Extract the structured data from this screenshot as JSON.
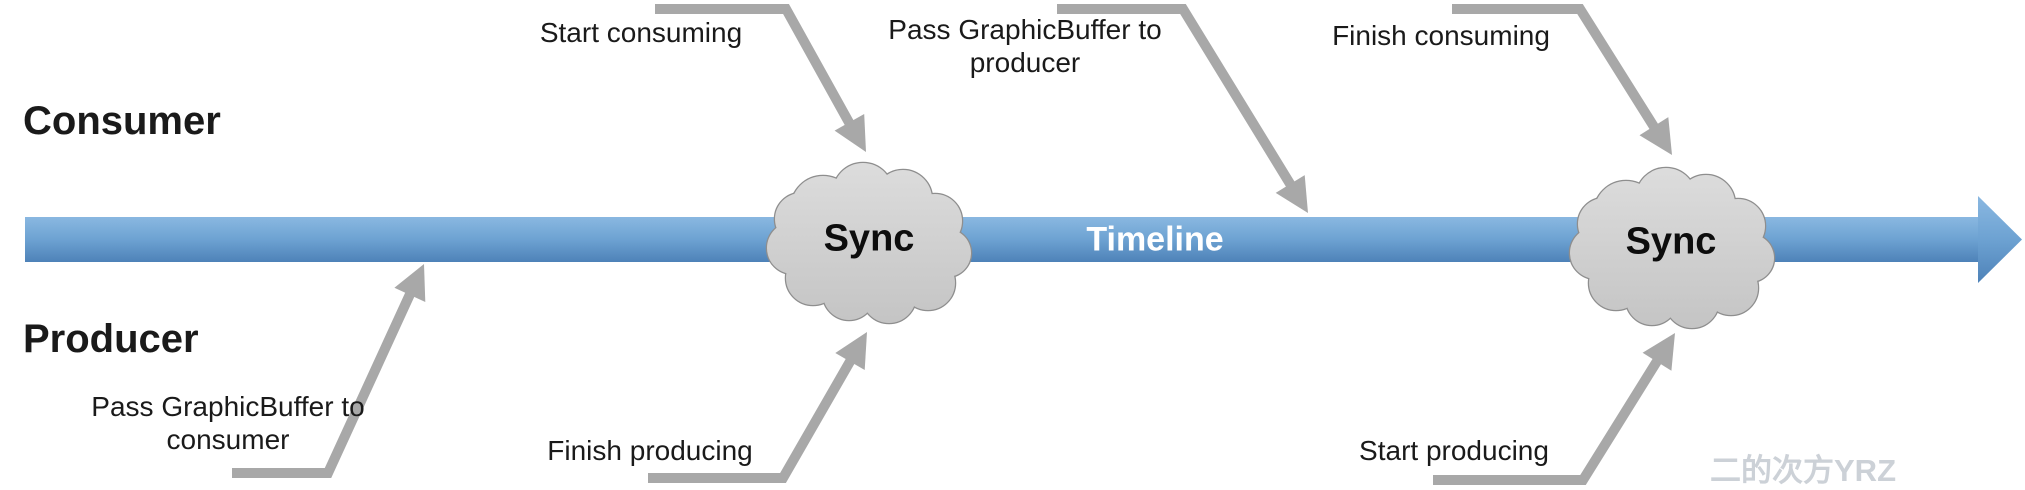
{
  "diagram": {
    "roles": {
      "consumer": "Consumer",
      "producer": "Producer"
    },
    "timeline": {
      "label": "Timeline"
    },
    "sync_clouds": [
      {
        "label": "Sync"
      },
      {
        "label": "Sync"
      }
    ],
    "events": {
      "start_consuming": "Start consuming",
      "pass_graphicbuffer_to_producer": "Pass GraphicBuffer to producer",
      "finish_consuming": "Finish consuming",
      "pass_graphicbuffer_to_consumer": "Pass GraphicBuffer to consumer",
      "finish_producing": "Finish producing",
      "start_producing": "Start producing"
    },
    "watermark": "二的次方YRZ",
    "colors": {
      "timeline_top": "#8ab8e1",
      "timeline_bottom": "#4e82b8",
      "cloud_fill_top": "#dedede",
      "cloud_fill_bottom": "#c4c4c4",
      "cloud_stroke": "#8e8e8e",
      "arrow_gray": "#a8a8a8",
      "label_text": "#1a1a1a",
      "timeline_text": "#ffffff",
      "watermark_text": "#ccd1d7"
    }
  }
}
